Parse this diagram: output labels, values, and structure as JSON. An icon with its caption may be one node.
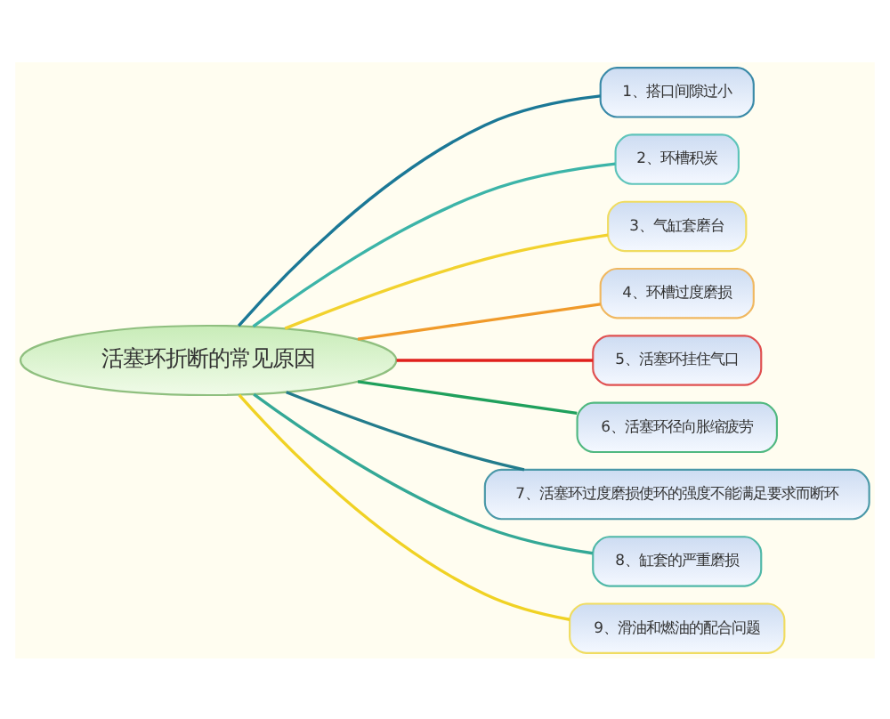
{
  "diagram": {
    "nodes": [
      {
        "text": [
          "活塞环折断的常见原因"
        ]
      },
      {
        "text": [
          "1、搭口间隙过小"
        ]
      },
      {
        "text": [
          "2、环槽积炭"
        ]
      },
      {
        "text": [
          "3、气缸套磨台"
        ]
      },
      {
        "text": [
          "4、环槽过度磨损"
        ]
      },
      {
        "text": [
          "5、活塞环挂住气口"
        ]
      },
      {
        "text": [
          "6、活塞环径向胀缩疲劳"
        ]
      },
      {
        "text": [
          "7、活塞环过度磨损使环的强度不能满足要求而断环"
        ]
      },
      {
        "text": [
          "8、缸套的严重磨损"
        ]
      },
      {
        "text": [
          "9、滑油和燃油的配合问题"
        ]
      }
    ],
    "edges": [
      {
        "from": 0,
        "to": 1,
        "arrow": "none",
        "color": "#1b7896"
      },
      {
        "from": 0,
        "to": 2,
        "arrow": "none",
        "color": "#3cb4a8"
      },
      {
        "from": 0,
        "to": 3,
        "arrow": "none",
        "color": "#f2d22e"
      },
      {
        "from": 0,
        "to": 4,
        "arrow": "none",
        "color": "#f09a2a"
      },
      {
        "from": 0,
        "to": 5,
        "arrow": "none",
        "color": "#e0201c"
      },
      {
        "from": 0,
        "to": 6,
        "arrow": "none",
        "color": "#1fa05c"
      },
      {
        "from": 0,
        "to": 7,
        "arrow": "none",
        "color": "#237c8c"
      },
      {
        "from": 0,
        "to": 8,
        "arrow": "none",
        "color": "#34a896"
      },
      {
        "from": 0,
        "to": 9,
        "arrow": "none",
        "color": "#f0d224"
      }
    ]
  }
}
